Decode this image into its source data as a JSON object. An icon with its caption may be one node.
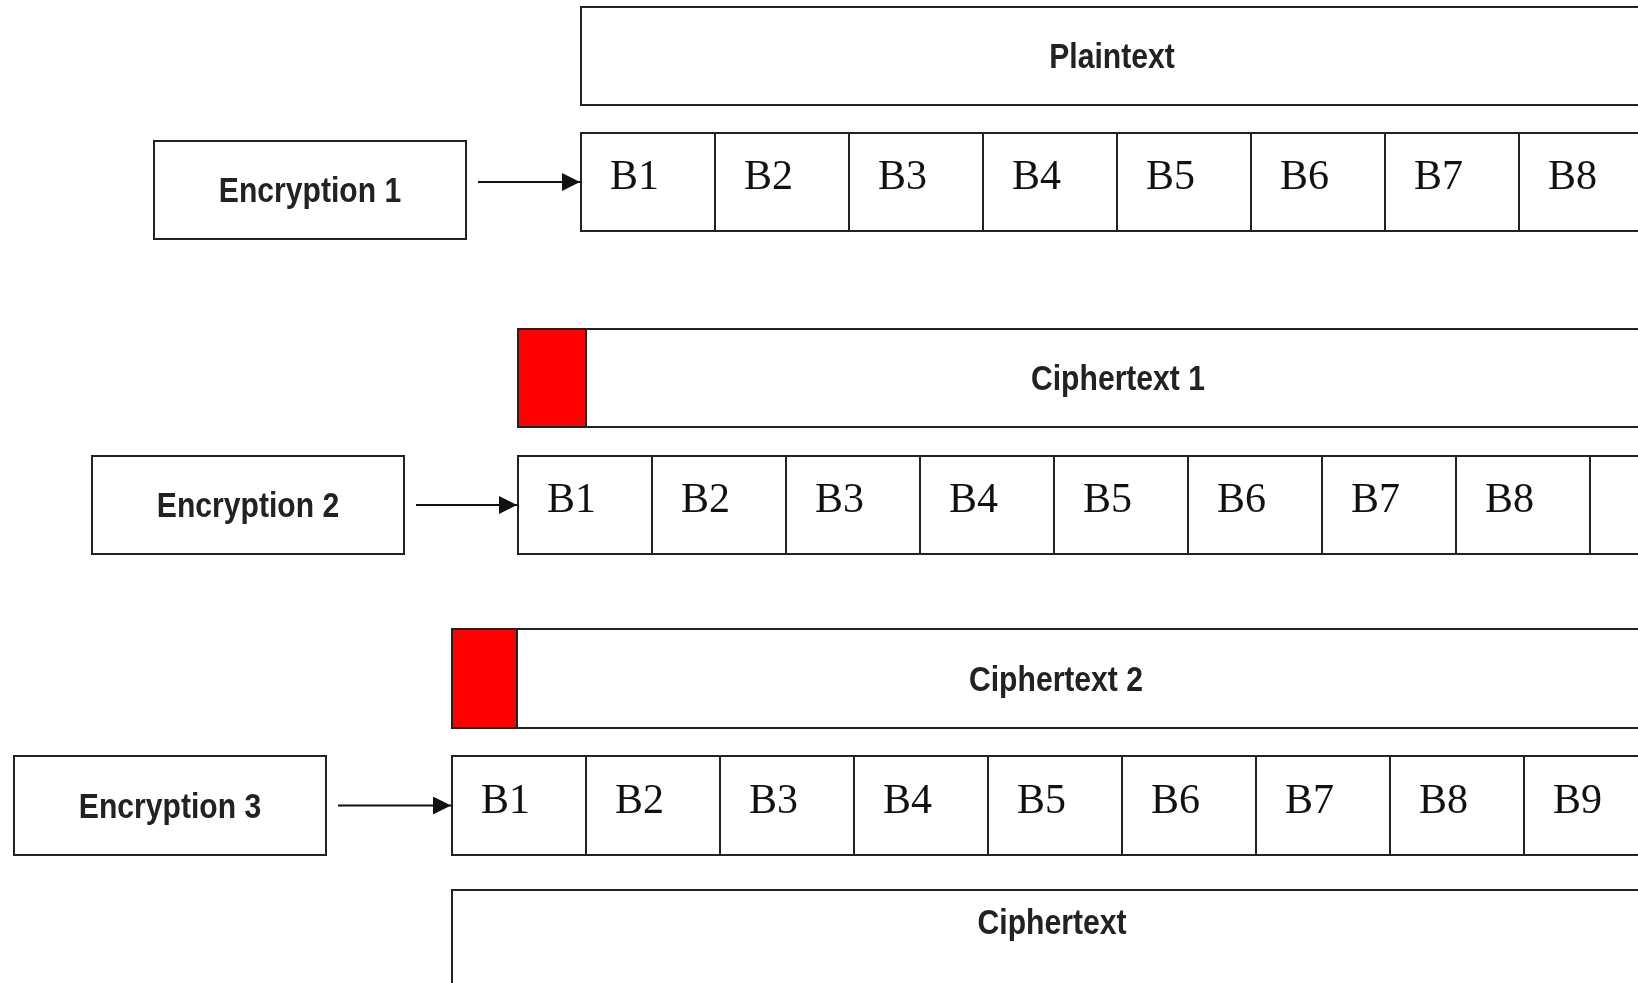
{
  "diagram": {
    "nodes": [
      {
        "text": [
          "Plaintext"
        ]
      },
      {
        "text": [
          "Encryption 1"
        ]
      },
      {
        "text": [
          "B1"
        ]
      },
      {
        "text": [
          "B2"
        ]
      },
      {
        "text": [
          "B3"
        ]
      },
      {
        "text": [
          "B4"
        ]
      },
      {
        "text": [
          "B5"
        ]
      },
      {
        "text": [
          "B6"
        ]
      },
      {
        "text": [
          "B7"
        ]
      },
      {
        "text": [
          "B8"
        ]
      },
      {
        "text": [],
        "shape": "box"
      },
      {
        "text": [
          "Ciphertext 1"
        ]
      },
      {
        "text": [
          "Encryption 2"
        ]
      },
      {
        "text": [
          "B1"
        ]
      },
      {
        "text": [
          "B2"
        ]
      },
      {
        "text": [
          "B3"
        ]
      },
      {
        "text": [
          "B4"
        ]
      },
      {
        "text": [
          "B5"
        ]
      },
      {
        "text": [
          "B6"
        ]
      },
      {
        "text": [
          "B7"
        ]
      },
      {
        "text": [
          "B8"
        ]
      },
      {
        "text": [],
        "shape": "box"
      },
      {
        "text": [],
        "shape": "box"
      },
      {
        "text": [
          "Ciphertext 2"
        ]
      },
      {
        "text": [
          "Encryption 3"
        ]
      },
      {
        "text": [
          "B1"
        ]
      },
      {
        "text": [
          "B2"
        ]
      },
      {
        "text": [
          "B3"
        ]
      },
      {
        "text": [
          "B4"
        ]
      },
      {
        "text": [
          "B5"
        ]
      },
      {
        "text": [
          "B6"
        ]
      },
      {
        "text": [
          "B7"
        ]
      },
      {
        "text": [
          "B8"
        ]
      },
      {
        "text": [
          "B9"
        ]
      },
      {
        "text": [
          "Ciphertext"
        ]
      }
    ],
    "edges": [
      {
        "from": 1,
        "to": 2,
        "arrow": "to"
      },
      {
        "from": 12,
        "to": 13,
        "arrow": "to"
      },
      {
        "from": 24,
        "to": 25,
        "arrow": "to"
      }
    ]
  }
}
